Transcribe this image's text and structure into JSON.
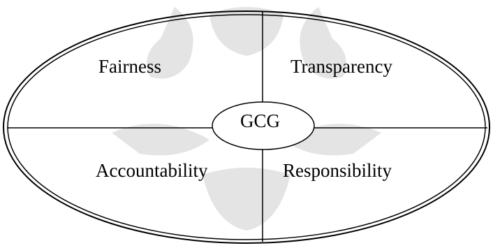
{
  "diagram": {
    "center_label": "GCG",
    "quadrants": {
      "top_left": "Fairness",
      "top_right": "Transparency",
      "bottom_left": "Accountability",
      "bottom_right": "Responsibility"
    }
  },
  "colors": {
    "line": "#000000",
    "watermark": "#e4e4e4",
    "background": "#ffffff"
  }
}
